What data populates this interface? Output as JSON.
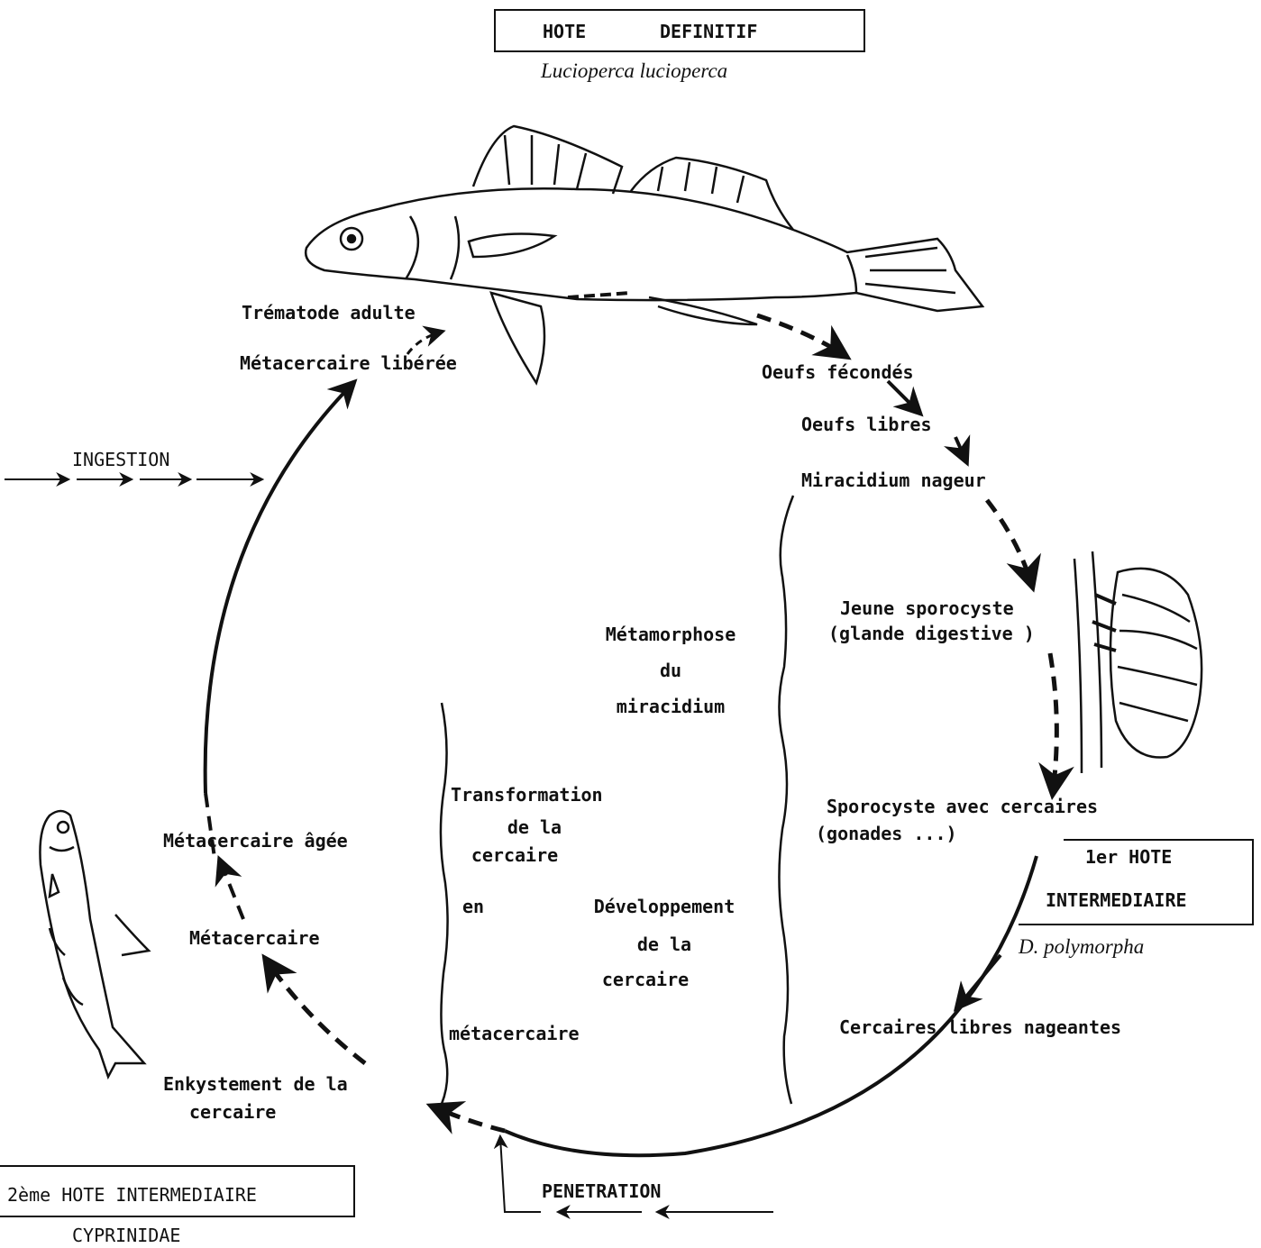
{
  "definitive_host": {
    "title_1": "HOTE",
    "title_2": "DEFINITIF",
    "species": "Lucioperca lucioperca"
  },
  "first_intermediate_host": {
    "title_1": "1er HOTE",
    "title_2": "INTERMEDIAIRE",
    "species": "D. polymorpha"
  },
  "second_intermediate_host": {
    "title": "2ème HOTE INTERMEDIAIRE",
    "family": "CYPRINIDAE"
  },
  "stages": {
    "adult": "Trématode adulte",
    "freed_metacercaria": "Métacercaire libérée",
    "fertilized_eggs": "Oeufs fécondés",
    "free_eggs": "Oeufs libres",
    "swimming_miracidium": "Miracidium nageur",
    "young_sporocyst_1": "Jeune sporocyste",
    "young_sporocyst_2": "(glande digestive )",
    "sporocyst_1": "Sporocyste avec cercaires",
    "sporocyst_2": "(gonades ...)",
    "free_cercariae": "Cercaires libres nageantes",
    "encystment_1": "Enkystement de la",
    "encystment_2": "cercaire",
    "metacercaria": "Métacercaire",
    "old_metacercaria": "Métacercaire âgée"
  },
  "processes": {
    "ingestion": "INGESTION",
    "penetration": "PENETRATION",
    "metamorphosis_1": "Métamorphose",
    "metamorphosis_2": "du",
    "metamorphosis_3": "miracidium",
    "development_1": "Développement",
    "development_2": "de la",
    "development_3": "cercaire",
    "transformation_1": "Transformation",
    "transformation_2": "de la",
    "transformation_3": "cercaire",
    "transformation_4": "en",
    "transformation_5": "métacercaire"
  },
  "icons": {
    "definitive_host": "pikeperch-fish-icon",
    "first_host": "zebra-mussel-icon",
    "second_host": "cyprinid-fish-icon"
  }
}
